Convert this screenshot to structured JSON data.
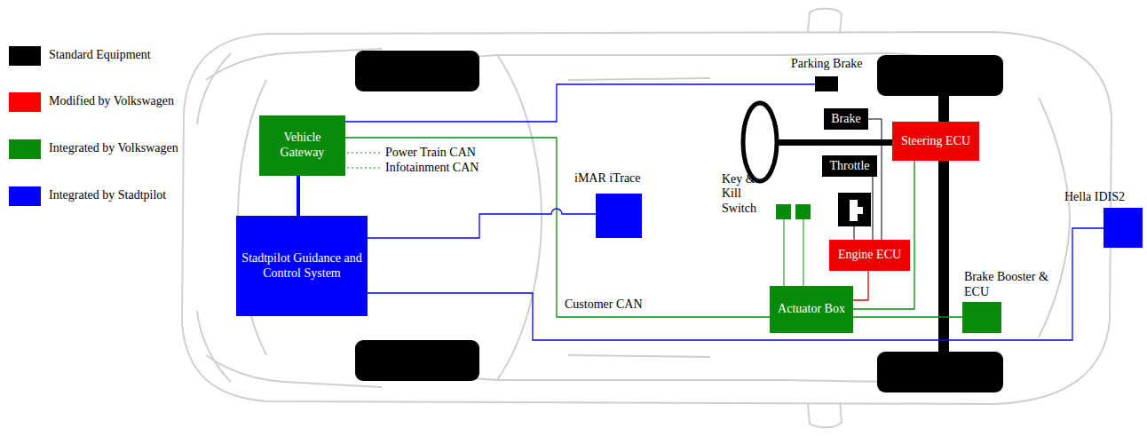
{
  "diagram": {
    "nodes": [
      {
        "text": [
          "Vehicle Gateway"
        ]
      },
      {
        "text": [
          "Stadtpilot Guidance and Control System"
        ]
      },
      {
        "text": [
          "iMAR iTrace"
        ]
      },
      {
        "text": [
          "Parking Brake"
        ]
      },
      {
        "text": [
          "Brake"
        ]
      },
      {
        "text": [
          "Throttle"
        ]
      },
      {
        "text": [
          "Steering ECU"
        ]
      },
      {
        "text": [
          "Key & Kill Switch"
        ]
      },
      {
        "text": [
          "Engine ECU"
        ]
      },
      {
        "text": [
          "Actuator Box"
        ]
      },
      {
        "text": [
          "Brake Booster & ECU"
        ]
      },
      {
        "text": [
          "Hella IDIS2"
        ]
      }
    ],
    "edges": [
      {
        "from": 0,
        "to": 1,
        "arrow": "none"
      },
      {
        "from": 0,
        "to": 3,
        "arrow": "none"
      },
      {
        "from": 0,
        "to": 9,
        "arrow": "none"
      },
      {
        "from": 1,
        "to": 2,
        "arrow": "none"
      },
      {
        "from": 1,
        "to": 11,
        "arrow": "none"
      },
      {
        "from": 4,
        "to": 8,
        "arrow": "none"
      },
      {
        "from": 5,
        "to": 8,
        "arrow": "none"
      },
      {
        "from": 7,
        "to": 9,
        "arrow": "none"
      },
      {
        "from": 8,
        "to": 9,
        "arrow": "none"
      },
      {
        "from": 6,
        "to": 9,
        "arrow": "none"
      },
      {
        "from": 9,
        "to": 10,
        "arrow": "none"
      }
    ],
    "labels": [
      "Power Train CAN",
      "Infotainment CAN",
      "Customer CAN"
    ],
    "legend": [
      {
        "text": "Standard Equipment",
        "color": "#000000"
      },
      {
        "text": "Modified by Volkswagen",
        "color": "#ff0000"
      },
      {
        "text": "Integrated by Volkswagen",
        "color": "#0a8a0a"
      },
      {
        "text": "Integrated by Stadtpilot",
        "color": "#0000ff"
      }
    ]
  }
}
